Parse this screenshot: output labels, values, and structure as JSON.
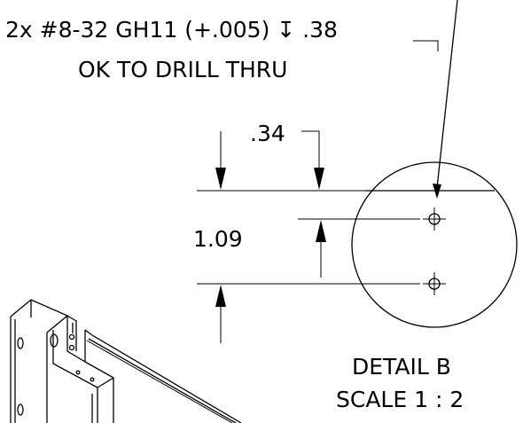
{
  "callout": {
    "hole_line": "2x #8-32 GH11 (+.005) ↧ .38",
    "drill_line": "OK TO DRILL THRU"
  },
  "dimensions": {
    "offset": ".34",
    "spacing": "1.09"
  },
  "detail": {
    "name": "DETAIL B",
    "scale": "SCALE 1 : 2"
  }
}
